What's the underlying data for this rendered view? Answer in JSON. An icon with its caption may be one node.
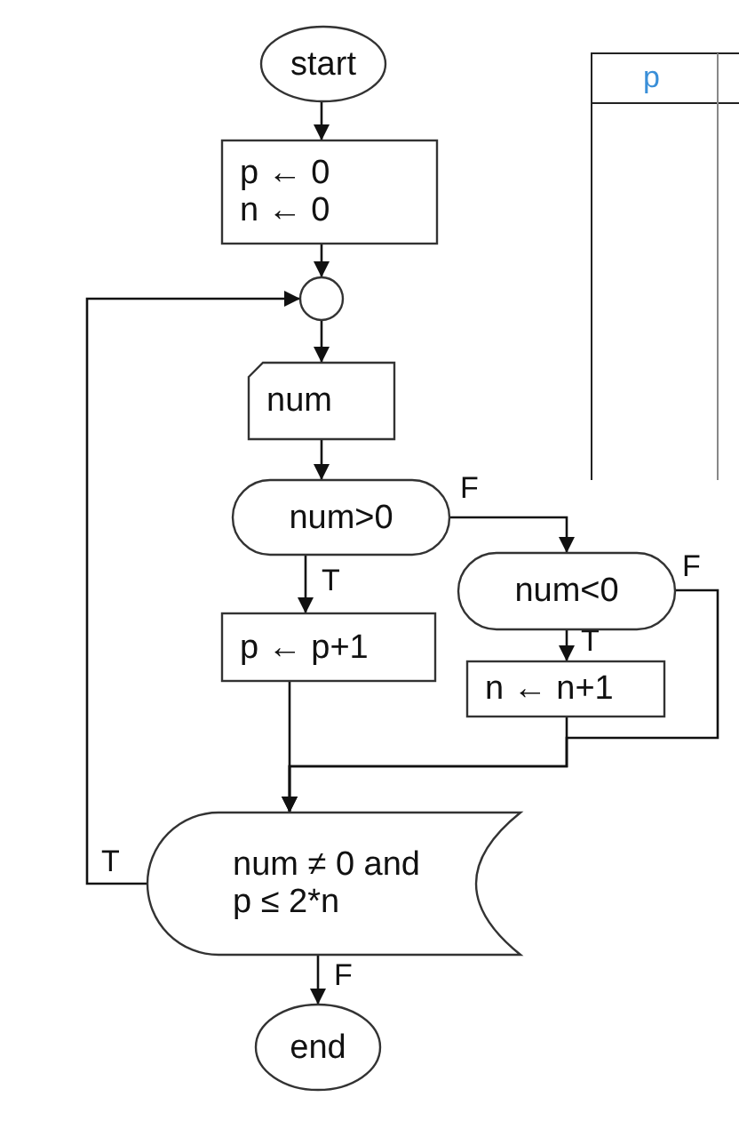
{
  "diagram": {
    "nodes": [
      {
        "text": [
          "start"
        ]
      },
      {
        "text": [
          "p ← 0",
          "n ← 0"
        ]
      },
      {
        "text": [],
        "shape": "circle"
      },
      {
        "text": [
          "num"
        ]
      },
      {
        "text": [
          "num>0"
        ]
      },
      {
        "text": [
          "num<0"
        ]
      },
      {
        "text": [
          "p ← p+1"
        ]
      },
      {
        "text": [
          "n ← n+1"
        ]
      },
      {
        "text": [
          "num ≠ 0 and p ≤ 2*n"
        ]
      },
      {
        "text": [
          "end"
        ]
      }
    ],
    "edges": [
      {
        "from": 0,
        "to": 1,
        "arrow": "to"
      },
      {
        "from": 1,
        "to": 2,
        "arrow": "to"
      },
      {
        "from": 2,
        "to": 3,
        "arrow": "to"
      },
      {
        "from": 3,
        "to": 4,
        "arrow": "to"
      },
      {
        "from": 4,
        "to": 6,
        "arrow": "to",
        "label": "T"
      },
      {
        "from": 4,
        "to": 5,
        "arrow": "to",
        "label": "F"
      },
      {
        "from": 5,
        "to": 7,
        "arrow": "to",
        "label": "T"
      },
      {
        "from": 5,
        "to": 8,
        "arrow": "to",
        "label": "F"
      },
      {
        "from": 7,
        "to": 8,
        "arrow": "to"
      },
      {
        "from": 6,
        "to": 8,
        "arrow": "to"
      },
      {
        "from": 8,
        "to": 2,
        "arrow": "to",
        "label": "T"
      },
      {
        "from": 8,
        "to": 9,
        "arrow": "to",
        "label": "F"
      }
    ],
    "labels": [
      "p"
    ]
  }
}
